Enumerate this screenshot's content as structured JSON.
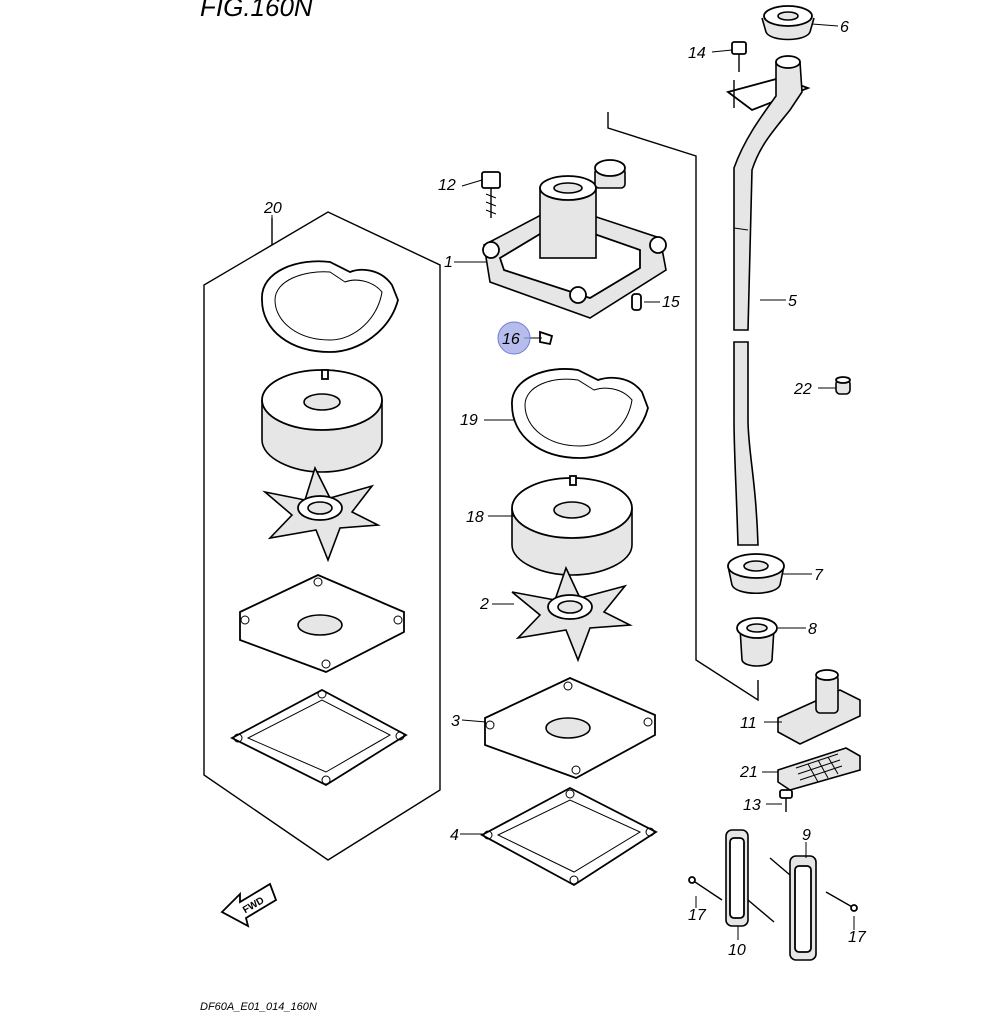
{
  "figure_title": "FIG.160N",
  "footer_code": "DF60A_E01_014_160N",
  "fwd_label": "FWD",
  "highlight_color": "#9ea7e6",
  "callouts": {
    "p1": "1",
    "p2": "2",
    "p3": "3",
    "p4": "4",
    "p5": "5",
    "p6": "6",
    "p7": "7",
    "p8": "8",
    "p9": "9",
    "p10": "10",
    "p11": "11",
    "p12": "12",
    "p13": "13",
    "p14": "14",
    "p15": "15",
    "p16": "16",
    "p17a": "17",
    "p17b": "17",
    "p18": "18",
    "p19": "19",
    "p20": "20",
    "p21": "21",
    "p22": "22"
  },
  "highlighted_callout": "16"
}
